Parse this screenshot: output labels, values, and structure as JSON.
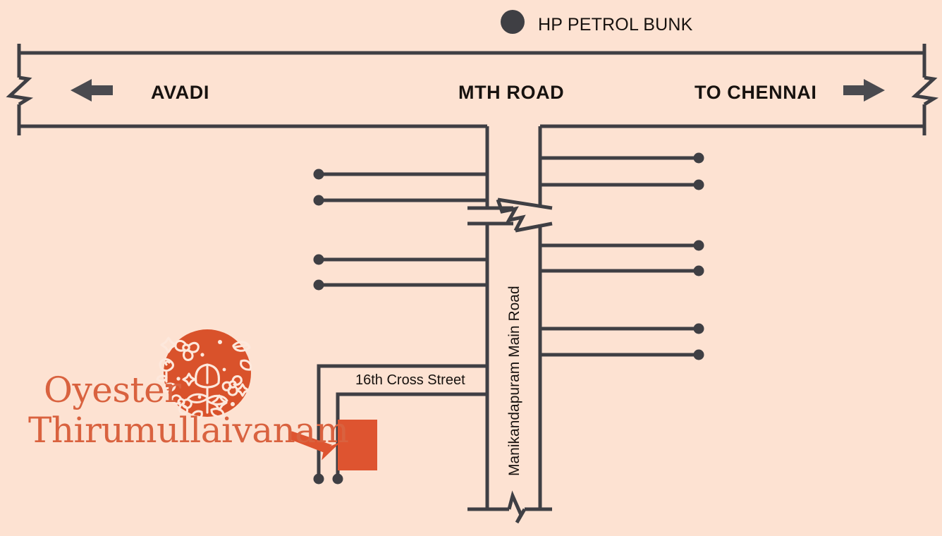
{
  "map": {
    "background_color": "#fde2d2",
    "road_color": "#3f3f44",
    "accent_color": "#de5430",
    "brand_color": "#d9623f",
    "legend": {
      "marker_icon": "filled-circle-marker",
      "label": "HP PETROL BUNK"
    },
    "main_road": {
      "name": "MTH ROAD",
      "left_destination": "AVADI",
      "left_arrow_icon": "arrow-left-icon",
      "right_destination": "TO CHENNAI",
      "right_arrow_icon": "arrow-right-icon",
      "left_break_icon": "road-break-zigzag-icon",
      "right_break_icon": "road-break-zigzag-icon"
    },
    "vertical_road": {
      "name": "Manikandapuram Main Road",
      "break_icon_top": "road-break-zigzag-icon",
      "break_icon_bottom": "road-break-zigzag-icon"
    },
    "cross_street": {
      "name": "16th Cross Street"
    },
    "destination": {
      "building_icon": "destination-building-marker",
      "pointer_icon": "destination-arrow-icon"
    },
    "brand": {
      "logo_icon": "floral-circle-logo",
      "line1": "Oyester",
      "line2": "Thirumullaivanam"
    }
  }
}
